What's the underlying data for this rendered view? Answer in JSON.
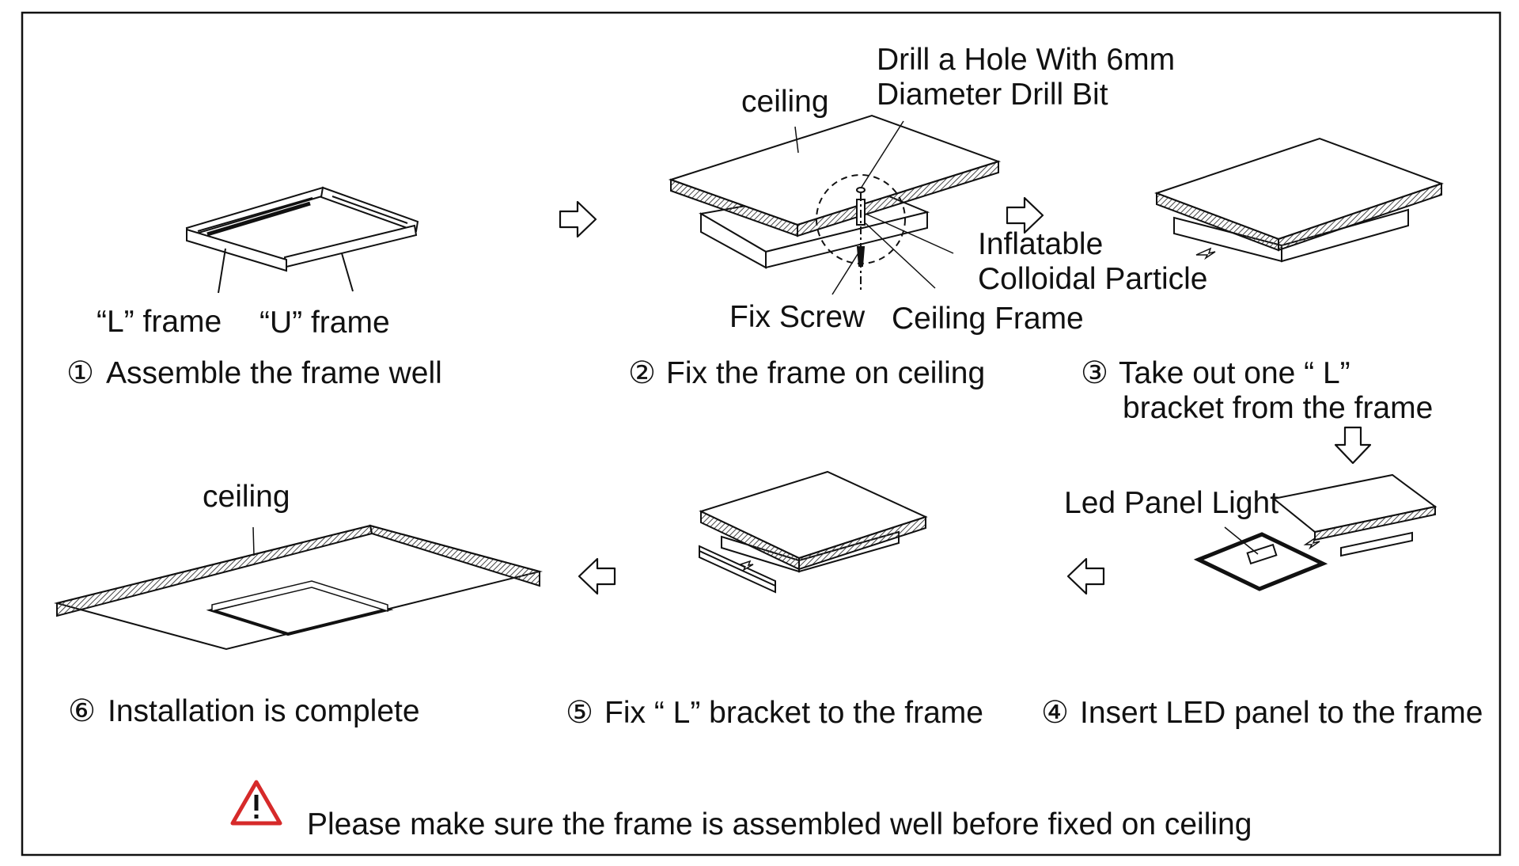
{
  "colors": {
    "line": "#111111",
    "hatch": "#444444",
    "warning_red": "#d62a2a",
    "background": "#ffffff"
  },
  "icons": {
    "arrow": "hollow-arrow-icon",
    "warning": "warning-triangle-icon",
    "step_number": "circled-number"
  },
  "steps": [
    {
      "number": "①",
      "caption": "Assemble the frame well",
      "labels": {
        "l_frame": "“L”  frame",
        "u_frame": "“U”  frame"
      }
    },
    {
      "number": "②",
      "caption": "Fix the frame on ceiling",
      "labels": {
        "ceiling": "ceiling",
        "drill_line1": "Drill a Hole With 6mm",
        "drill_line2": "Diameter Drill Bit",
        "inflatable_line1": "Inflatable",
        "inflatable_line2": "Colloidal Particle",
        "fix_screw": "Fix Screw",
        "ceiling_frame": "Ceiling Frame"
      }
    },
    {
      "number": "③",
      "caption_line1": "Take out one “ L”",
      "caption_line2": "bracket from the frame"
    },
    {
      "number": "④",
      "caption": "Insert LED panel to the frame",
      "labels": {
        "led_panel": "Led Panel Light"
      }
    },
    {
      "number": "⑤",
      "caption": "Fix “ L” bracket to the frame"
    },
    {
      "number": "⑥",
      "caption": "Installation is complete",
      "labels": {
        "ceiling": "ceiling"
      }
    }
  ],
  "warning": {
    "text": "Please make sure the frame is assembled well before fixed on ceiling"
  }
}
